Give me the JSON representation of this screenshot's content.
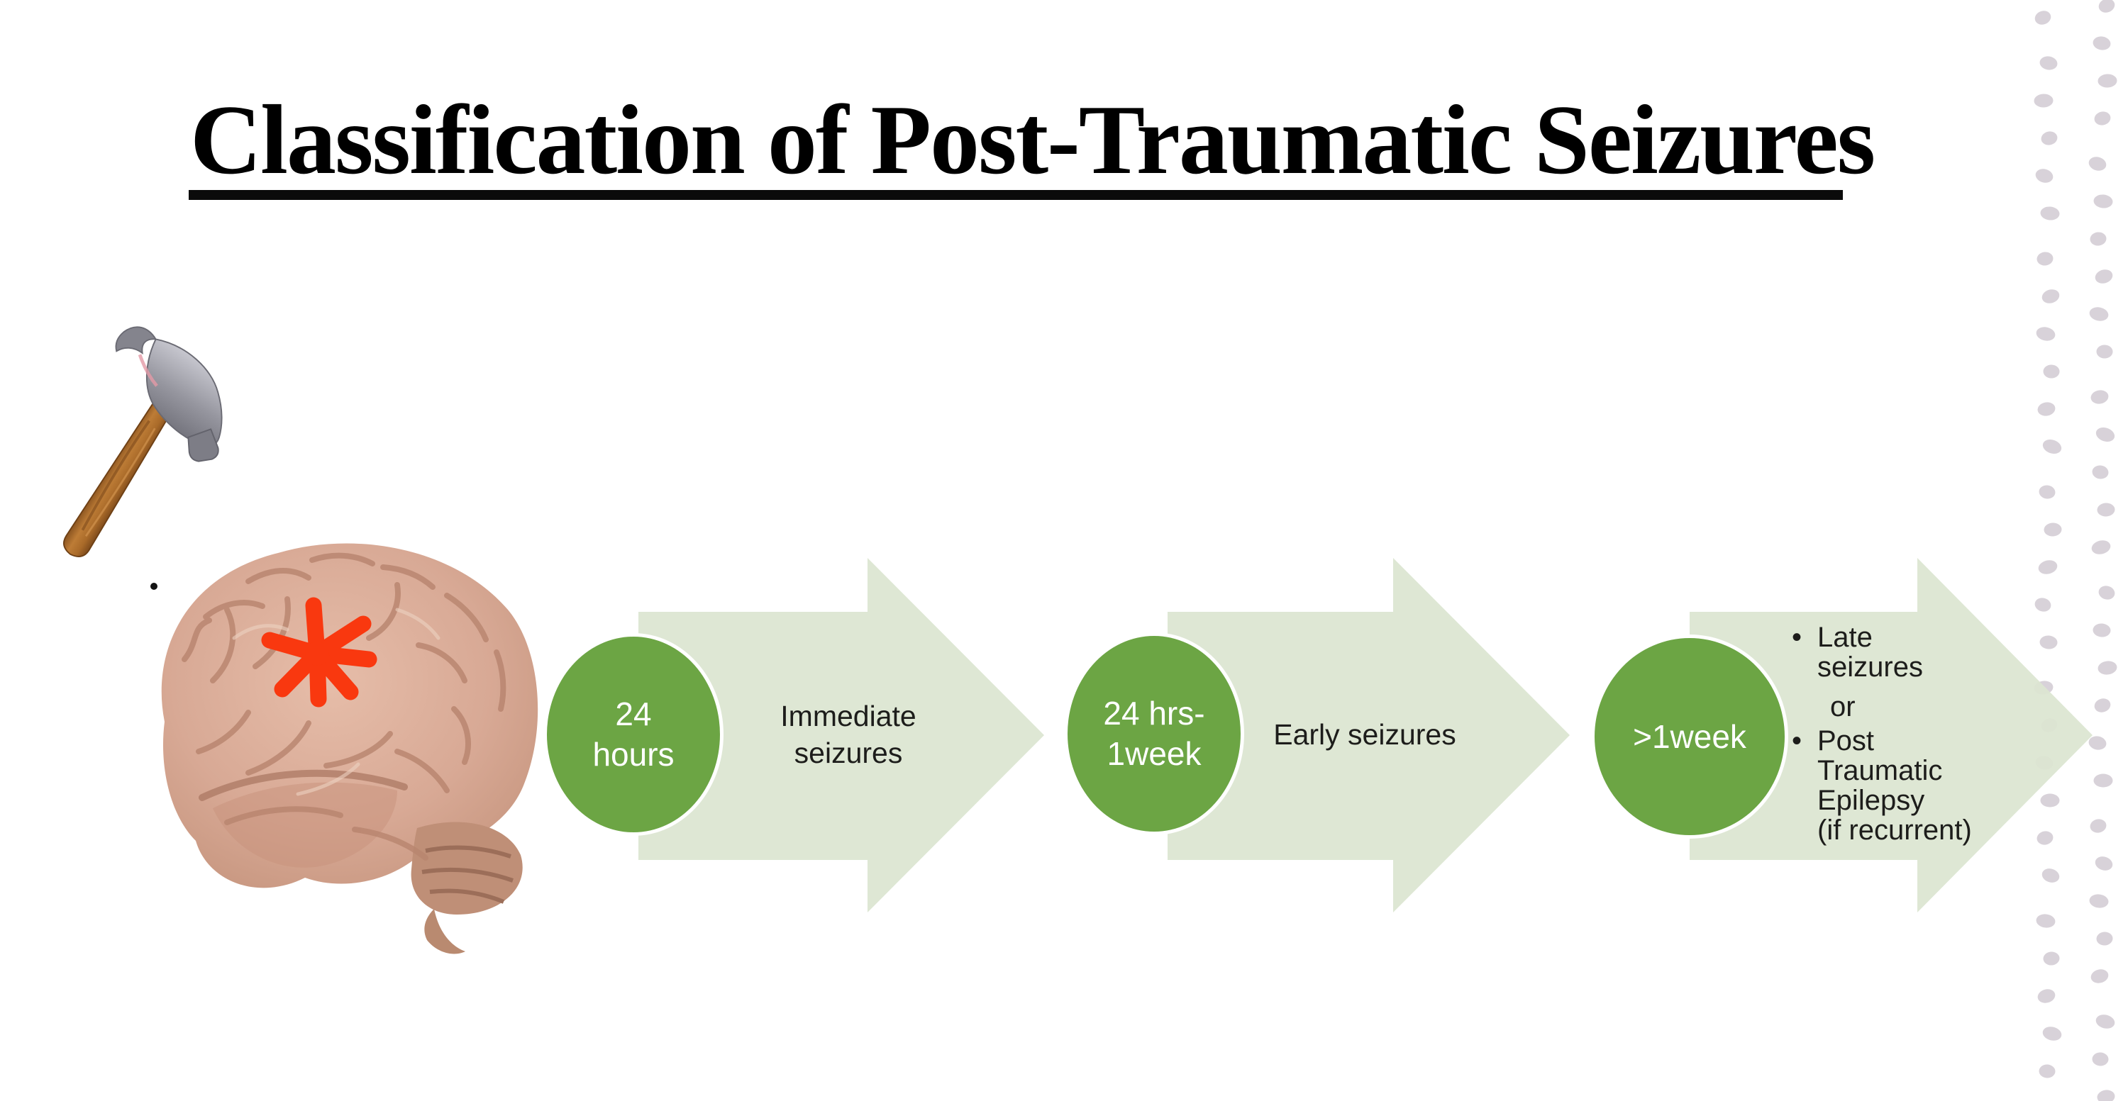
{
  "slide": {
    "title": "Classification of Post-Traumatic Seizures"
  },
  "diagram": {
    "type": "process-arrow-flow",
    "steps": [
      {
        "circle_lines": [
          "24",
          "hours"
        ],
        "label_lines": [
          "Immediate",
          "seizures"
        ]
      },
      {
        "circle_lines": [
          "24 hrs-",
          "1week"
        ],
        "label_lines": [
          "Early seizures"
        ]
      },
      {
        "circle_lines": [
          ">1week"
        ],
        "bullet_glyph": "•",
        "lines": [
          {
            "bullet": true,
            "text": "Late"
          },
          {
            "bullet": false,
            "text": "seizures"
          },
          {
            "bullet": false,
            "text": "or"
          },
          {
            "bullet": true,
            "text": "Post"
          },
          {
            "bullet": false,
            "text": "Traumatic"
          },
          {
            "bullet": false,
            "text": "Epilepsy"
          },
          {
            "bullet": false,
            "text": "(if recurrent)"
          }
        ]
      }
    ],
    "colors": {
      "circle_fill": "#6ca544",
      "circle_ring": "#ffffff",
      "circle_text": "#ffffff",
      "arrow_fill": "#dbe5d1",
      "label_text": "#1d1d1b",
      "title_text": "#000000"
    }
  },
  "illustrations": {
    "hammer_icon": "claw-hammer",
    "brain_icon": "human-brain-model",
    "impact_icon": "red-asterisk-impact-mark",
    "impact_color": "#f9380f",
    "dot_pattern_color": "#d8d2d9"
  }
}
